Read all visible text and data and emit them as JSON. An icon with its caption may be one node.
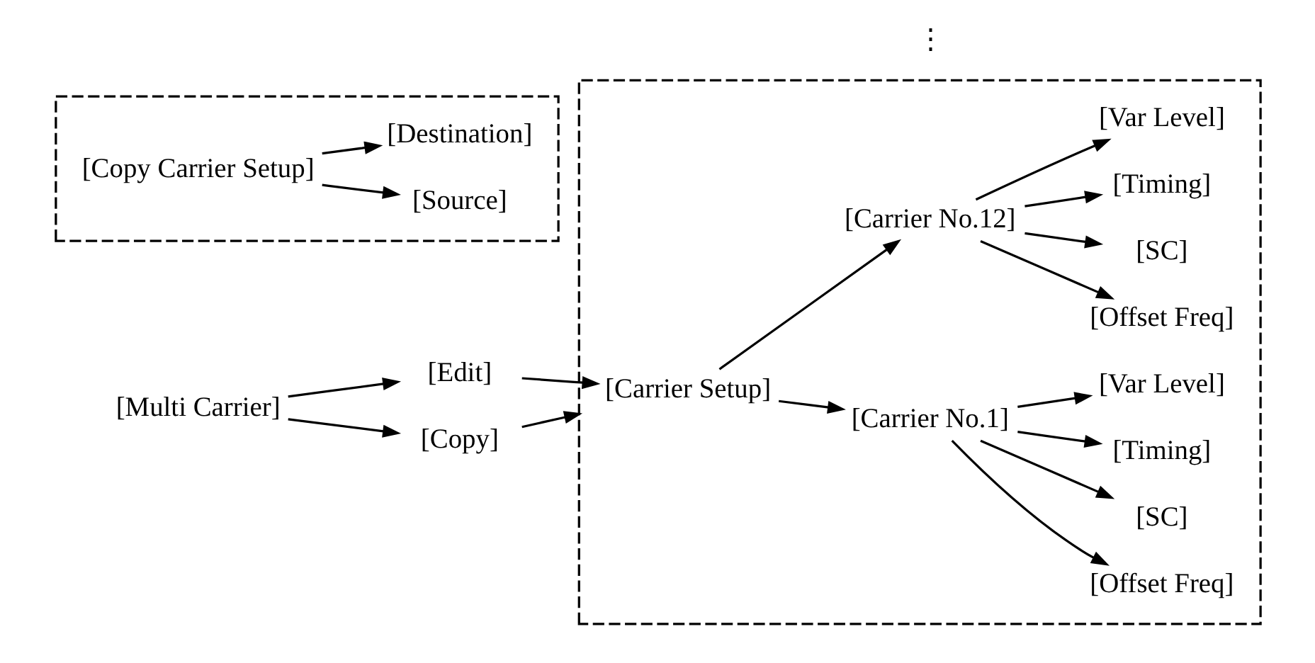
{
  "diagram": {
    "nodes": [
      {
        "text": [
          "[Multi Carrier]"
        ]
      },
      {
        "text": [
          "[Edit]"
        ]
      },
      {
        "text": [
          "[Copy]"
        ]
      },
      {
        "text": [],
        "shape": "box"
      },
      {
        "text": [
          "[Carrier Setup]"
        ],
        "in": 3
      },
      {
        "text": [
          "[Carrier No.1]"
        ],
        "in": 3
      },
      {
        "text": [
          "[Offset Freq]"
        ],
        "in": 3
      },
      {
        "text": [
          "[SC]"
        ],
        "in": 3
      },
      {
        "text": [
          "[Timing]"
        ],
        "in": 3
      },
      {
        "text": [
          "[Var Level]"
        ],
        "in": 3
      },
      {
        "text": [
          "[Carrier No.12]"
        ],
        "in": 3
      },
      {
        "text": [
          "[Offset Freq]"
        ],
        "in": 3
      },
      {
        "text": [
          "[SC]"
        ],
        "in": 3
      },
      {
        "text": [
          "[Timing]"
        ],
        "in": 3
      },
      {
        "text": [
          "[Var Level]"
        ],
        "in": 3
      },
      {
        "text": [],
        "shape": "box"
      },
      {
        "text": [
          "[Copy Carrier Setup]"
        ],
        "in": 15
      },
      {
        "text": [
          "[Source]"
        ],
        "in": 15
      },
      {
        "text": [
          "[Destination]"
        ],
        "in": 15
      }
    ],
    "edges": [
      {
        "from": 0,
        "to": 1,
        "arrow": "to"
      },
      {
        "from": 0,
        "to": 2,
        "arrow": "to"
      },
      {
        "from": 1,
        "to": 4,
        "arrow": "to"
      },
      {
        "from": 2,
        "to": 3,
        "arrow": "to"
      },
      {
        "from": 4,
        "to": 5,
        "arrow": "to"
      },
      {
        "from": 4,
        "to": 10,
        "arrow": "to"
      },
      {
        "from": 5,
        "to": 6,
        "arrow": "to"
      },
      {
        "from": 5,
        "to": 7,
        "arrow": "to"
      },
      {
        "from": 5,
        "to": 8,
        "arrow": "to"
      },
      {
        "from": 5,
        "to": 9,
        "arrow": "to"
      },
      {
        "from": 10,
        "to": 11,
        "arrow": "to"
      },
      {
        "from": 10,
        "to": 12,
        "arrow": "to"
      },
      {
        "from": 10,
        "to": 13,
        "arrow": "to"
      },
      {
        "from": 10,
        "to": 14,
        "arrow": "to"
      },
      {
        "from": 16,
        "to": 17,
        "arrow": "to"
      },
      {
        "from": 16,
        "to": 18,
        "arrow": "to"
      }
    ],
    "labels": [
      "⋮"
    ]
  }
}
